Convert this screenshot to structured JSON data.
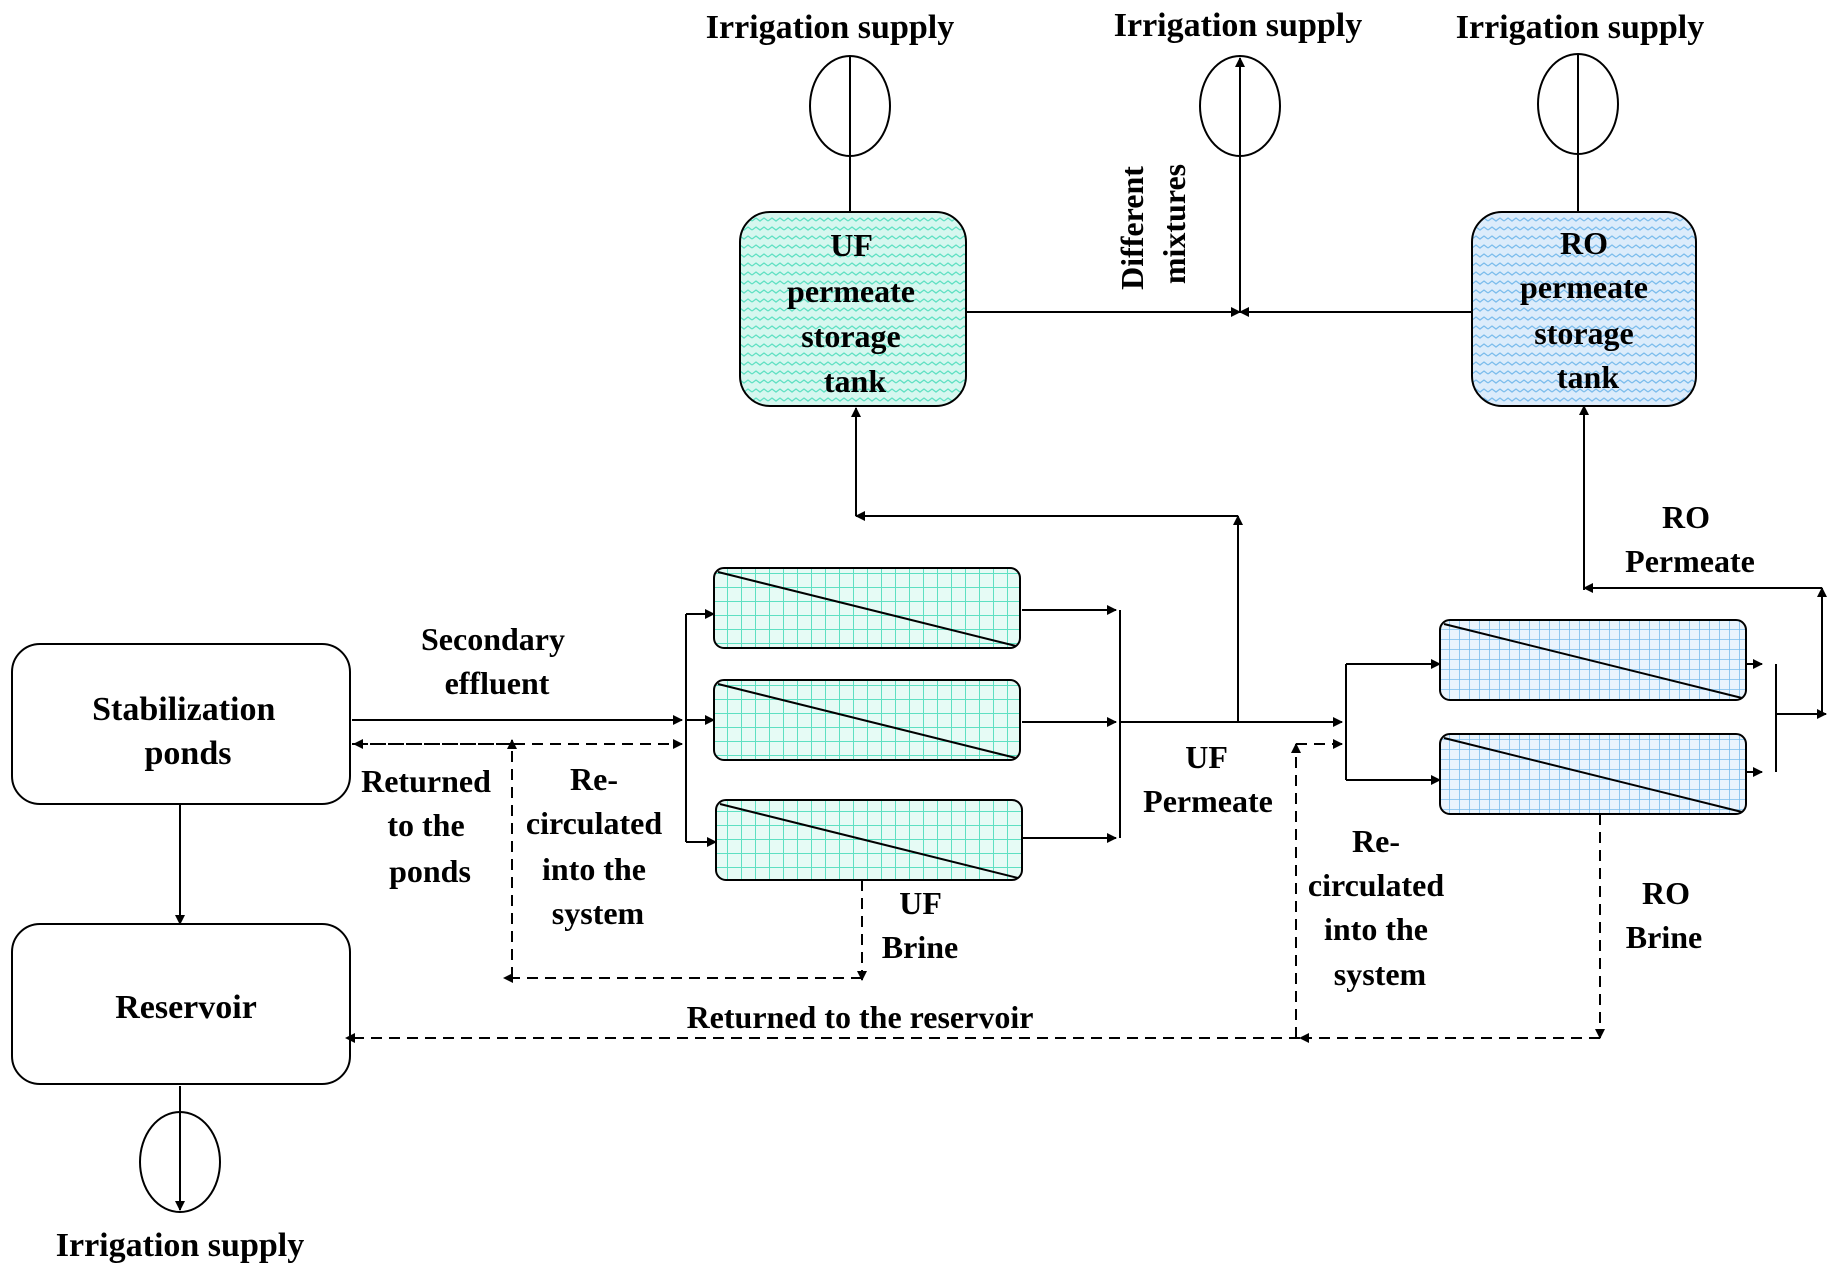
{
  "nodes": {
    "ponds": [
      "Stabilization",
      "ponds"
    ],
    "reservoir": [
      "Reservoir"
    ],
    "uf_tank": [
      "UF",
      "permeate",
      "storage",
      "tank"
    ],
    "ro_tank": [
      "RO",
      "permeate",
      "storage",
      "tank"
    ]
  },
  "labels": {
    "irrigation_supply": "Irrigation supply",
    "secondary_effluent": [
      "Secondary",
      "effluent"
    ],
    "returned_to_ponds": [
      "Returned",
      "to the",
      "ponds"
    ],
    "recirculated": [
      "Re-",
      "circulated",
      "into the",
      "system"
    ],
    "uf_brine": [
      "UF",
      "Brine"
    ],
    "uf_permeate": [
      "UF",
      "Permeate"
    ],
    "ro_permeate": [
      "RO",
      "Permeate"
    ],
    "ro_brine": [
      "RO",
      "Brine"
    ],
    "different_mixtures": [
      "Different",
      "mixtures"
    ],
    "returned_to_reservoir": "Returned to the reservoir"
  },
  "colors": {
    "uf_fill": "#d6f7ef",
    "uf_pattern": "#5ee0c2",
    "ro_fill": "#dcecfb",
    "ro_pattern": "#7bbcec"
  }
}
